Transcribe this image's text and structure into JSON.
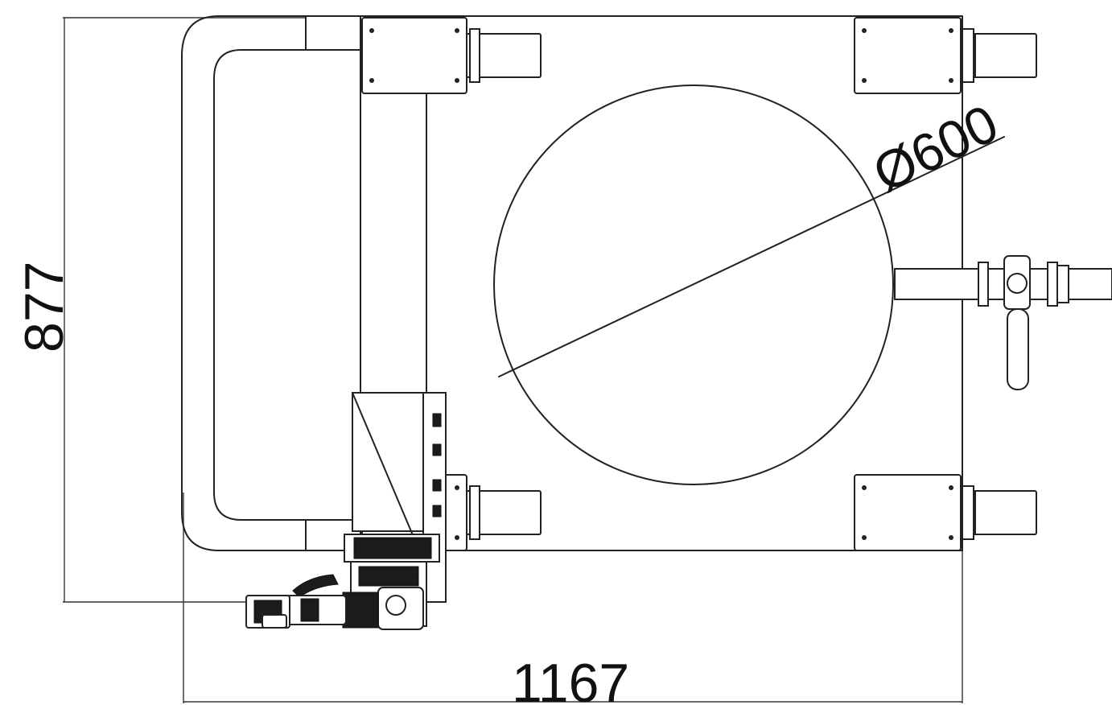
{
  "drawing": {
    "dimensions": {
      "height_label": "877",
      "width_label": "1167",
      "diameter_label": "Ø600"
    },
    "colors": {
      "line": "#222222",
      "background": "#ffffff"
    }
  }
}
